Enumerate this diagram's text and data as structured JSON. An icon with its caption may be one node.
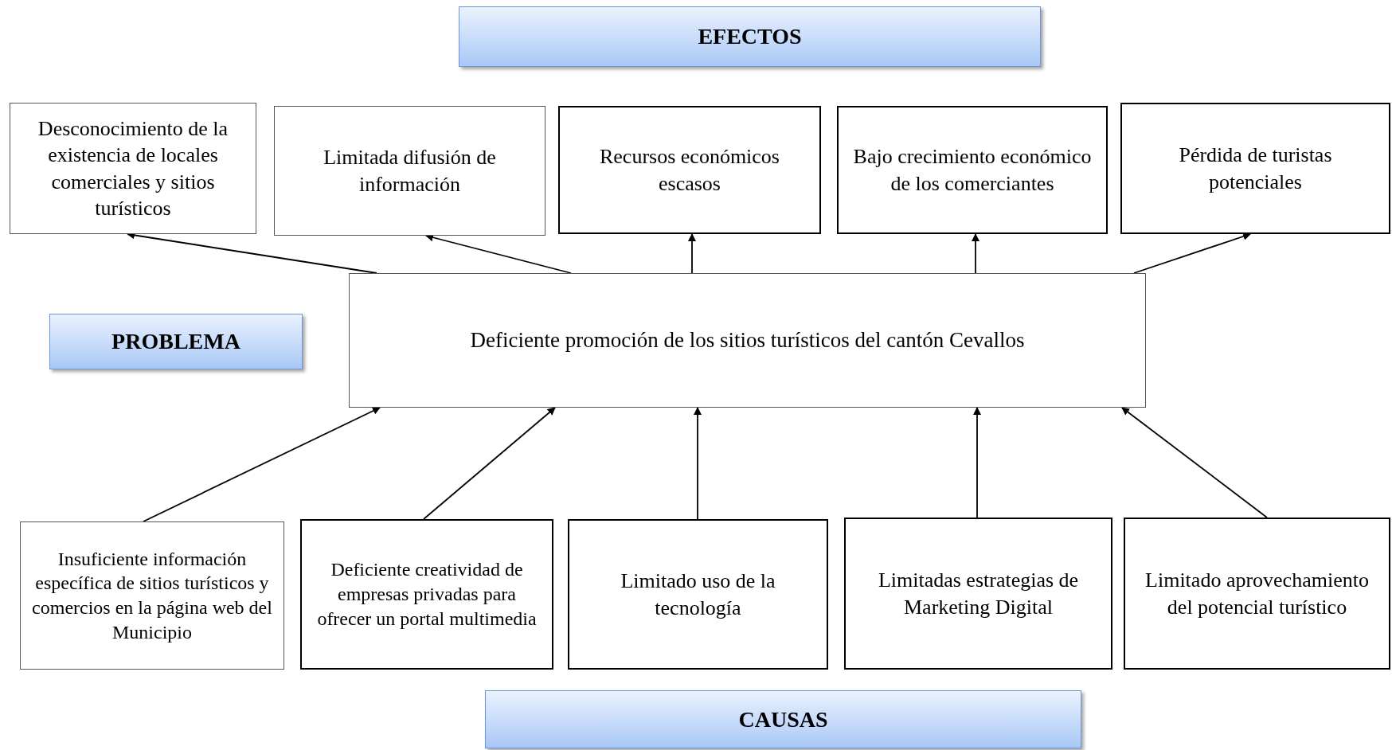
{
  "diagram": {
    "nodes": [
      {
        "text": [
          "EFECTOS"
        ]
      },
      {
        "text": [
          "Desconocimiento de la existencia de locales comerciales y sitios turísticos"
        ]
      },
      {
        "text": [
          "Limitada difusión de información"
        ]
      },
      {
        "text": [
          "Recursos económicos escasos"
        ]
      },
      {
        "text": [
          "Bajo crecimiento económico de los comerciantes"
        ]
      },
      {
        "text": [
          "Pérdida de turistas potenciales"
        ]
      },
      {
        "text": [
          "PROBLEMA"
        ]
      },
      {
        "text": [
          "Deficiente promoción de los sitios turísticos del cantón Cevallos"
        ]
      },
      {
        "text": [
          "Insuficiente información específica de sitios turísticos y comercios en la página web del Municipio"
        ]
      },
      {
        "text": [
          "Deficiente creatividad de empresas privadas para ofrecer un portal multimedia"
        ]
      },
      {
        "text": [
          "Limitado uso de la tecnología"
        ]
      },
      {
        "text": [
          "Limitadas estrategias de Marketing Digital"
        ]
      },
      {
        "text": [
          "Limitado aprovechamiento del potencial turístico"
        ]
      },
      {
        "text": [
          "CAUSAS"
        ]
      }
    ],
    "edges": [
      {
        "from": 7,
        "to": 1,
        "arrow": "to"
      },
      {
        "from": 7,
        "to": 2,
        "arrow": "to"
      },
      {
        "from": 7,
        "to": 3,
        "arrow": "to"
      },
      {
        "from": 7,
        "to": 4,
        "arrow": "to"
      },
      {
        "from": 7,
        "to": 5,
        "arrow": "to"
      },
      {
        "from": 8,
        "to": 7,
        "arrow": "to"
      },
      {
        "from": 9,
        "to": 7,
        "arrow": "to"
      },
      {
        "from": 10,
        "to": 7,
        "arrow": "to"
      },
      {
        "from": 11,
        "to": 7,
        "arrow": "to"
      },
      {
        "from": 12,
        "to": 7,
        "arrow": "to"
      }
    ]
  }
}
